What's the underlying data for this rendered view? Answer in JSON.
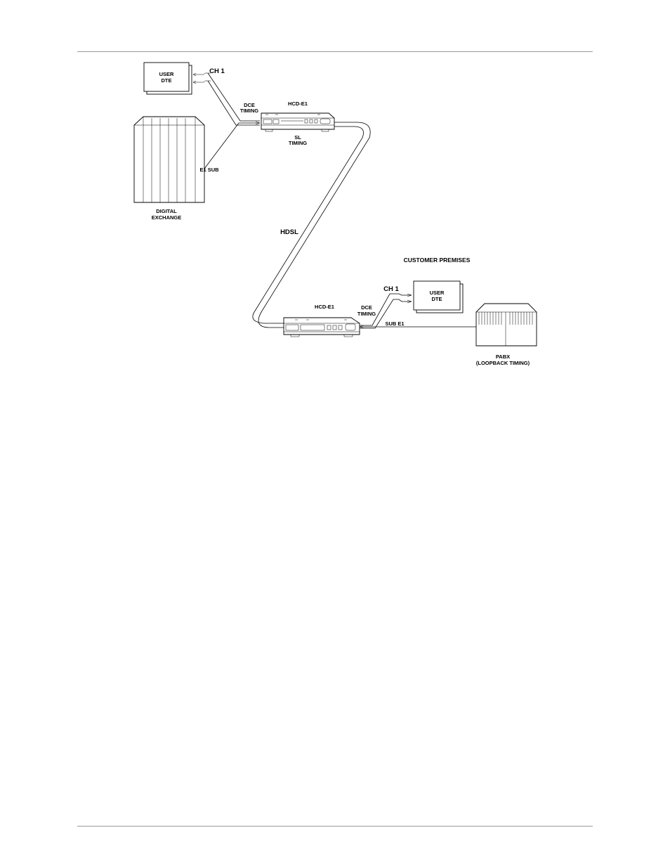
{
  "labels": {
    "user_dte_top_1": "USER",
    "user_dte_top_2": "DTE",
    "ch1_top": "CH 1",
    "dce_timing_top_1": "DCE",
    "dce_timing_top_2": "TIMING",
    "hcd_e1_top": "HCD-E1",
    "sl_timing_1": "SL",
    "sl_timing_2": "TIMING",
    "e1_sub": "E1 SUB",
    "digital_exchange_1": "DIGITAL",
    "digital_exchange_2": "EXCHANGE",
    "hdsl": "HDSL",
    "customer_premises": "CUSTOMER PREMISES",
    "ch1_bottom": "CH 1",
    "user_dte_bottom_1": "USER",
    "user_dte_bottom_2": "DTE",
    "hcd_e1_bottom": "HCD-E1",
    "dce_timing_bottom_1": "DCE",
    "dce_timing_bottom_2": "TIMING",
    "sub_e1": "SUB E1",
    "pabx_1": "PABX",
    "pabx_2": "(LOOPBACK TIMING)"
  }
}
